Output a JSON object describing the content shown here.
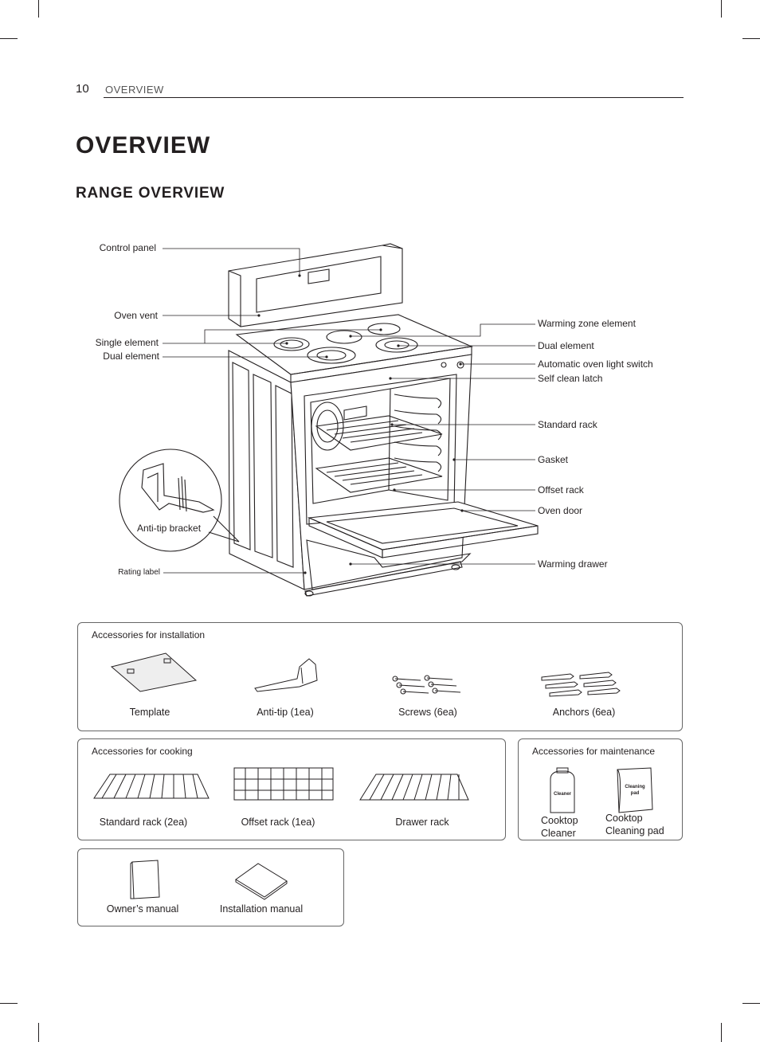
{
  "header": {
    "page_number": "10",
    "section": "OVERVIEW"
  },
  "title": "OVERVIEW",
  "subtitle": "RANGE OVERVIEW",
  "callouts": {
    "left": {
      "control_panel": "Control panel",
      "oven_vent": "Oven vent",
      "single_element": "Single element",
      "dual_element": "Dual element",
      "anti_tip_bracket": "Anti-tip bracket",
      "rating_label": "Rating label"
    },
    "right": {
      "warming_zone_element": "Warming zone element",
      "dual_element": "Dual element",
      "automatic_oven_light_switch": "Automatic oven light switch",
      "self_clean_latch": "Self clean latch",
      "standard_rack": "Standard rack",
      "gasket": "Gasket",
      "offset_rack": "Offset rack",
      "oven_door": "Oven door",
      "warming_drawer": "Warming drawer"
    }
  },
  "accessories": {
    "installation": {
      "title": "Accessories for installation",
      "items": [
        "Template",
        "Anti-tip (1ea)",
        "Screws (6ea)",
        "Anchors (6ea)"
      ]
    },
    "cooking": {
      "title": "Accessories for cooking",
      "items": [
        "Standard rack (2ea)",
        "Offset rack (1ea)",
        "Drawer rack"
      ]
    },
    "maintenance": {
      "title": "Accessories for maintenance",
      "items": [
        {
          "line1": "Cooktop",
          "line2": "Cleaner",
          "bottle_label": "Cleaner"
        },
        {
          "line1": "Cooktop",
          "line2": "Cleaning pad",
          "pouch_label": "Cleaning pad"
        }
      ]
    },
    "manuals": {
      "items": [
        "Owner’s manual",
        "Installation manual"
      ]
    }
  }
}
